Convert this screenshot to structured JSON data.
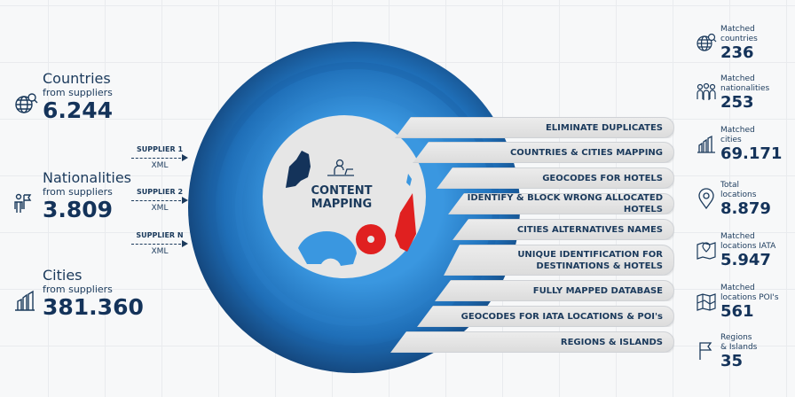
{
  "left_stats": [
    {
      "title": "Countries",
      "subtitle": "from suppliers",
      "value": "6.244",
      "icon": "globe-search-icon"
    },
    {
      "title": "Nationalities",
      "subtitle": "from suppliers",
      "value": "3.809",
      "icon": "people-flag-icon"
    },
    {
      "title": "Cities",
      "subtitle": "from suppliers",
      "value": "381.360",
      "icon": "buildings-icon"
    }
  ],
  "suppliers": [
    {
      "name": "SUPPLIER 1",
      "format": "XML"
    },
    {
      "name": "SUPPLIER 2",
      "format": "XML"
    },
    {
      "name": "SUPPLIER N",
      "format": "XML"
    }
  ],
  "center": {
    "title_line1": "CONTENT",
    "title_line2": "MAPPING"
  },
  "features": [
    "ELIMINATE DUPLICATES",
    "COUNTRIES & CITIES MAPPING",
    "GEOCODES FOR HOTELS",
    "IDENTIFY & BLOCK WRONG ALLOCATED HOTELS",
    "CITIES ALTERNATIVES NAMES",
    "UNIQUE IDENTIFICATION FOR\nDESTINATIONS & HOTELS",
    "FULLY MAPPED DATABASE",
    "GEOCODES FOR IATA LOCATIONS & POI's",
    "REGIONS & ISLANDS"
  ],
  "right_stats": [
    {
      "label1": "Matched",
      "label2": "countries",
      "value": "236",
      "icon": "globe-search-icon"
    },
    {
      "label1": "Matched",
      "label2": "nationalities",
      "value": "253",
      "icon": "people-group-icon"
    },
    {
      "label1": "Matched",
      "label2": "cities",
      "value": "69.171",
      "icon": "buildings-icon"
    },
    {
      "label1": "Total",
      "label2": "locations",
      "value": "8.879",
      "icon": "location-pin-icon"
    },
    {
      "label1": "Matched",
      "label2": "locations IATA",
      "value": "5.947",
      "icon": "map-pin-icon"
    },
    {
      "label1": "Matched",
      "label2": "locations POI's",
      "value": "561",
      "icon": "map-icon"
    },
    {
      "label1": "Regions",
      "label2": "& Islands",
      "value": "35",
      "icon": "flag-icon"
    }
  ],
  "colors": {
    "navy": "#14335a",
    "blue": "#1f6fb8",
    "light_blue": "#3a97e0",
    "red": "#e02020"
  }
}
